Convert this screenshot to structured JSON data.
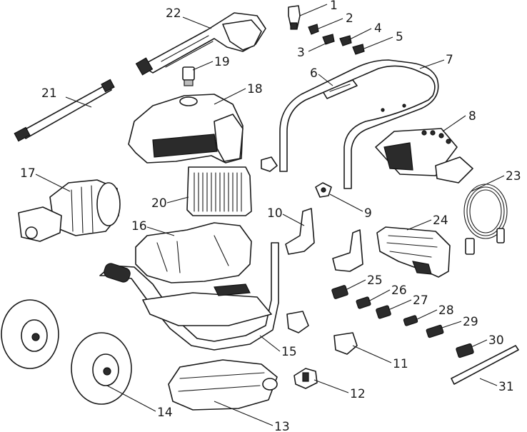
{
  "diagram": {
    "callouts": {
      "c1": "1",
      "c2": "2",
      "c3": "3",
      "c4": "4",
      "c5": "5",
      "c6": "6",
      "c7": "7",
      "c8": "8",
      "c9": "9",
      "c10": "10",
      "c11": "11",
      "c12": "12",
      "c13": "13",
      "c14": "14",
      "c15": "15",
      "c16": "16",
      "c17": "17",
      "c18": "18",
      "c19": "19",
      "c20": "20",
      "c21": "21",
      "c22": "22",
      "c23": "23",
      "c24": "24",
      "c25": "25",
      "c26": "26",
      "c27": "27",
      "c28": "28",
      "c29": "29",
      "c30": "30",
      "c31": "31"
    }
  }
}
